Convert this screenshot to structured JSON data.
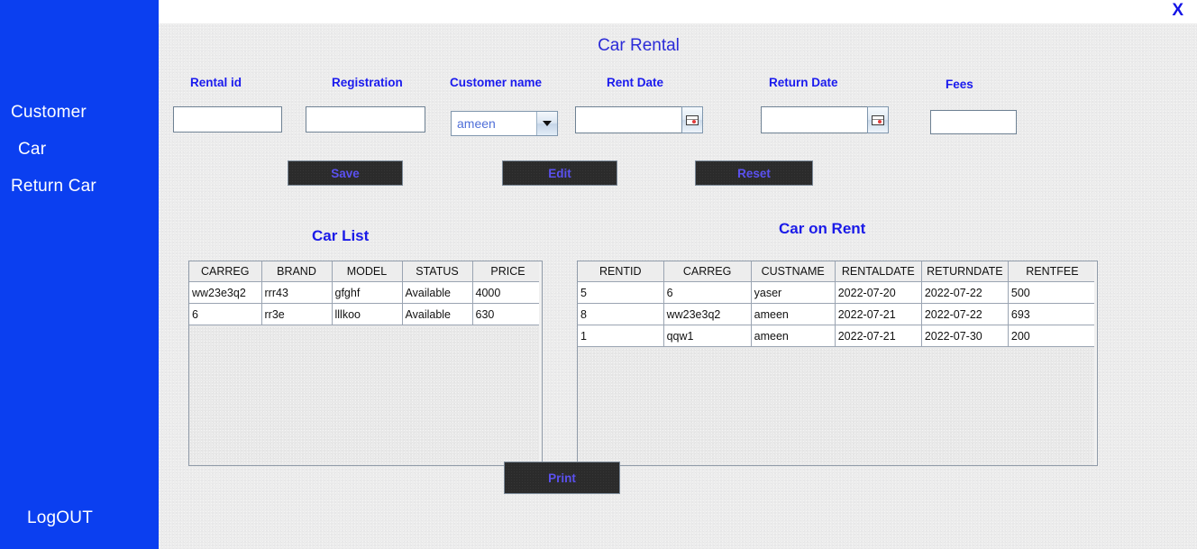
{
  "window": {
    "close_label": "X"
  },
  "sidebar": {
    "items": [
      {
        "id": "customer",
        "label": "Customer"
      },
      {
        "id": "car",
        "label": " Car"
      },
      {
        "id": "return-car",
        "label": "Return Car"
      }
    ],
    "logout_label": "LogOUT",
    "background_color": "#0b3ff0",
    "text_color": "#ffffff"
  },
  "form": {
    "title": "Car Rental",
    "title_color": "#2b2bd8",
    "label_color": "#1a1aee",
    "fields": [
      {
        "id": "rental-id",
        "label": "Rental id",
        "value": "",
        "placeholder": ""
      },
      {
        "id": "registration",
        "label": "Registration",
        "value": "",
        "placeholder": ""
      },
      {
        "id": "customer-name",
        "label": "Customer name",
        "value": "ameen",
        "type": "combobox"
      },
      {
        "id": "rent-date",
        "label": "Rent Date",
        "value": "",
        "type": "date"
      },
      {
        "id": "return-date",
        "label": "Return Date",
        "value": "",
        "type": "date"
      },
      {
        "id": "fees",
        "label": "Fees",
        "value": "",
        "placeholder": ""
      }
    ],
    "buttons": [
      {
        "id": "save",
        "label": "Save"
      },
      {
        "id": "edit",
        "label": "Edit"
      },
      {
        "id": "reset",
        "label": "Reset"
      }
    ],
    "button_text_color": "#5b51f0",
    "button_bg_color": "#2b2b2b"
  },
  "car_list": {
    "title": "Car List",
    "columns": [
      "CARREG",
      "BRAND",
      "MODEL",
      "STATUS",
      "PRICE"
    ],
    "rows": [
      [
        "ww23e3q2",
        "rrr43",
        "gfghf",
        "Available",
        "4000"
      ],
      [
        "6",
        "rr3e",
        "lllkoo",
        "Available",
        "630"
      ]
    ]
  },
  "car_on_rent": {
    "title": "Car  on Rent",
    "columns": [
      "RENTID",
      "CARREG",
      "CUSTNAME",
      "RENTALDATE",
      "RETURNDATE",
      "RENTFEE"
    ],
    "rows": [
      [
        "5",
        "6",
        "yaser",
        "2022-07-20",
        "2022-07-22",
        "500"
      ],
      [
        "8",
        "ww23e3q2",
        "ameen",
        "2022-07-21",
        "2022-07-22",
        "693"
      ],
      [
        "1",
        "qqw1",
        "ameen",
        "2022-07-21",
        "2022-07-30",
        "200"
      ]
    ]
  },
  "print_button": {
    "label": "Print"
  },
  "icons": {
    "calendar": "calendar-icon",
    "dropdown": "chevron-down-icon",
    "close": "close-icon"
  }
}
